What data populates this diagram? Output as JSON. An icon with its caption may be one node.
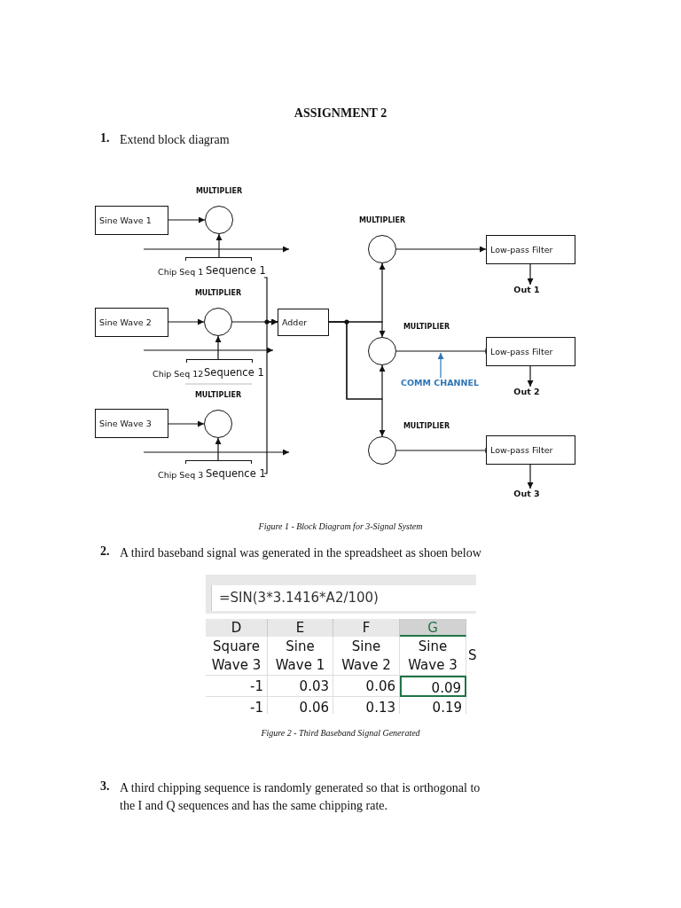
{
  "diagram": {
    "title": "ASSIGNMENT 2",
    "nodes": [
      {
        "text": [
          "Sine Wave 1"
        ]
      },
      {
        "text": [],
        "shape": "circle",
        "beside": [
          "MULTIPLIER"
        ]
      },
      {
        "text": [
          "Chip Seq 1",
          "Sequence 1"
        ]
      },
      {
        "text": [
          "Sine Wave 2"
        ]
      },
      {
        "text": [],
        "shape": "circle",
        "beside": [
          "MULTIPLIER"
        ]
      },
      {
        "text": [
          "Chip Seq 12",
          "Sequence 1"
        ]
      },
      {
        "text": [
          "Sine Wave 3"
        ]
      },
      {
        "text": [],
        "shape": "circle",
        "beside": [
          "MULTIPLIER"
        ]
      },
      {
        "text": [
          "Chip Seq 3",
          "Sequence 1"
        ]
      },
      {
        "text": [
          "Adder"
        ]
      },
      {
        "text": [],
        "shape": "circle",
        "beside": [
          "MULTIPLIER"
        ]
      },
      {
        "text": [
          "Low-pass Filter"
        ]
      },
      {
        "text": [
          "Out 1"
        ]
      },
      {
        "text": [],
        "shape": "circle",
        "beside": [
          "MULTIPLIER"
        ]
      },
      {
        "text": [
          "Low-pass Filter"
        ]
      },
      {
        "text": [
          "Out 2"
        ]
      },
      {
        "text": [],
        "shape": "circle",
        "beside": [
          "MULTIPLIER"
        ]
      },
      {
        "text": [
          "Low-pass Filter"
        ]
      },
      {
        "text": [
          "Out 3"
        ]
      },
      {
        "text": [
          "COMM CHANNEL"
        ]
      }
    ],
    "edges": [
      {
        "from": 0,
        "to": 1,
        "arrow": "to"
      },
      {
        "from": 2,
        "to": 1,
        "arrow": "to"
      },
      {
        "from": 3,
        "to": 4,
        "arrow": "to"
      },
      {
        "from": 5,
        "to": 4,
        "arrow": "to"
      },
      {
        "from": 6,
        "to": 7,
        "arrow": "to"
      },
      {
        "from": 8,
        "to": 7,
        "arrow": "to"
      },
      {
        "from": 4,
        "to": 9,
        "arrow": "to"
      },
      {
        "from": 2,
        "to": 9,
        "arrow": "to"
      },
      {
        "from": 8,
        "to": 9,
        "arrow": "to"
      },
      {
        "from": 9,
        "to": 10,
        "arrow": "to"
      },
      {
        "from": 9,
        "to": 13,
        "arrow": "to"
      },
      {
        "from": 9,
        "to": 13,
        "arrow": "to"
      },
      {
        "from": 9,
        "to": 16,
        "arrow": "to"
      },
      {
        "from": 10,
        "to": 11,
        "arrow": "to"
      },
      {
        "from": 13,
        "to": 14,
        "arrow": "other"
      },
      {
        "from": 16,
        "to": 17,
        "arrow": "other"
      },
      {
        "from": 11,
        "to": 12,
        "arrow": "to"
      },
      {
        "from": 14,
        "to": 15,
        "arrow": "to"
      },
      {
        "from": 17,
        "to": 18,
        "arrow": "to"
      },
      {
        "from": 19,
        "to": null,
        "arrow": "to",
        "color": "#2e75b6"
      }
    ],
    "labels": [
      "1.",
      "Extend block diagram",
      "Figure 1 - Block Diagram for 3-Signal System",
      "2.",
      "A third baseband signal was generated in the spreadsheet as shoen below",
      "=SIN(3*3.1416*A2/100)",
      "D",
      "E",
      "F",
      "G",
      "Square Wave 3",
      "Sine Wave 1",
      "Sine Wave 2",
      "Sine Wave 3",
      "S",
      "-1",
      "0.03",
      "0.06",
      "0.09",
      "-1",
      "0.06",
      "0.13",
      "0.19",
      "Figure 2 - Third Baseband Signal Generated",
      "3.",
      "A third chipping sequence is randomly generated so that is orthogonal to the I and Q sequences and has the same chipping rate."
    ]
  }
}
